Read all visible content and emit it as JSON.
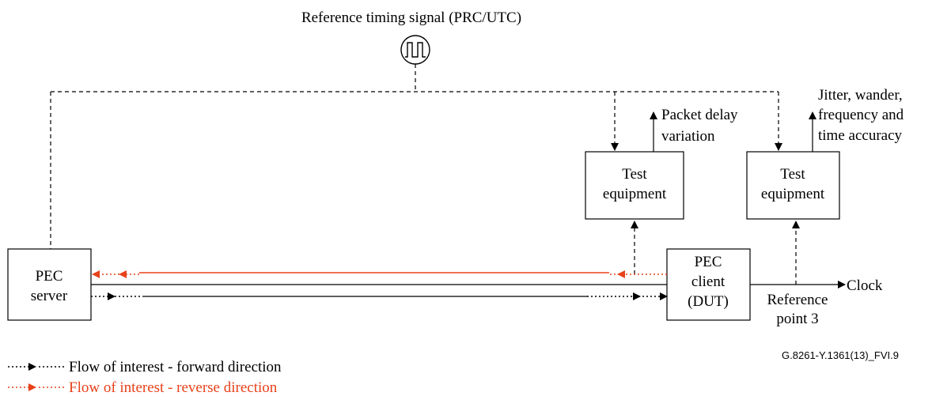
{
  "reference_signal": {
    "label": "Reference timing signal (PRC/UTC)"
  },
  "pec_server": {
    "line1": "PEC",
    "line2": "server"
  },
  "pec_client": {
    "line1": "PEC",
    "line2": "client",
    "line3": "(DUT)"
  },
  "test_equipment_1": {
    "line1": "Test",
    "line2": "equipment",
    "output_line1": "Packet delay",
    "output_line2": "variation"
  },
  "test_equipment_2": {
    "line1": "Test",
    "line2": "equipment",
    "output_line1": "Jitter, wander,",
    "output_line2": "frequency and",
    "output_line3": "time accuracy"
  },
  "clock_output": {
    "label": "Clock"
  },
  "reference_point": {
    "line1": "Reference",
    "line2": "point 3"
  },
  "figure_id": "G.8261-Y.1361(13)_FVI.9",
  "legend": {
    "forward": "Flow of interest - forward direction",
    "reverse": "Flow of interest - reverse direction"
  },
  "colors": {
    "forward": "#000000",
    "reverse": "#e8421a"
  },
  "icons": {
    "reference_source": "square-wave-icon"
  }
}
